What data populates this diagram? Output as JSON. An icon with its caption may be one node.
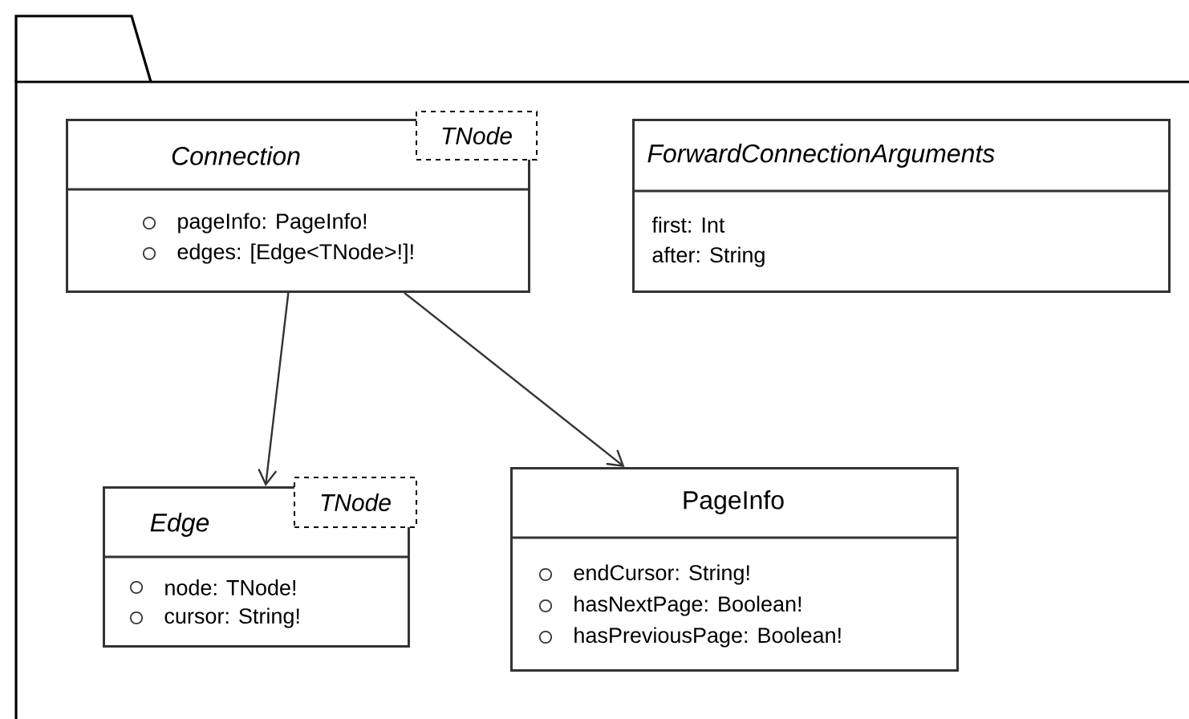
{
  "diagram": {
    "nodes": [
      {
        "text": [],
        "shape": "box"
      },
      {
        "text": [
          "Connection",
          "TNode",
          "pageInfo: PageInfo!",
          "edges: [Edge<TNode>!]!"
        ],
        "in": 0
      },
      {
        "text": [
          "ForwardConnectionArguments",
          "first: Int",
          "after: String"
        ],
        "in": 0
      },
      {
        "text": [
          "Edge",
          "TNode",
          "node: TNode!",
          "cursor: String!"
        ],
        "in": 0
      },
      {
        "text": [
          "PageInfo",
          "endCursor: String!",
          "hasNextPage: Boolean!",
          "hasPreviousPage: Boolean!"
        ],
        "in": 0
      }
    ],
    "edges": [
      {
        "from": 1,
        "to": 3,
        "arrow": "to"
      },
      {
        "from": 1,
        "to": 4,
        "arrow": "to"
      }
    ]
  }
}
